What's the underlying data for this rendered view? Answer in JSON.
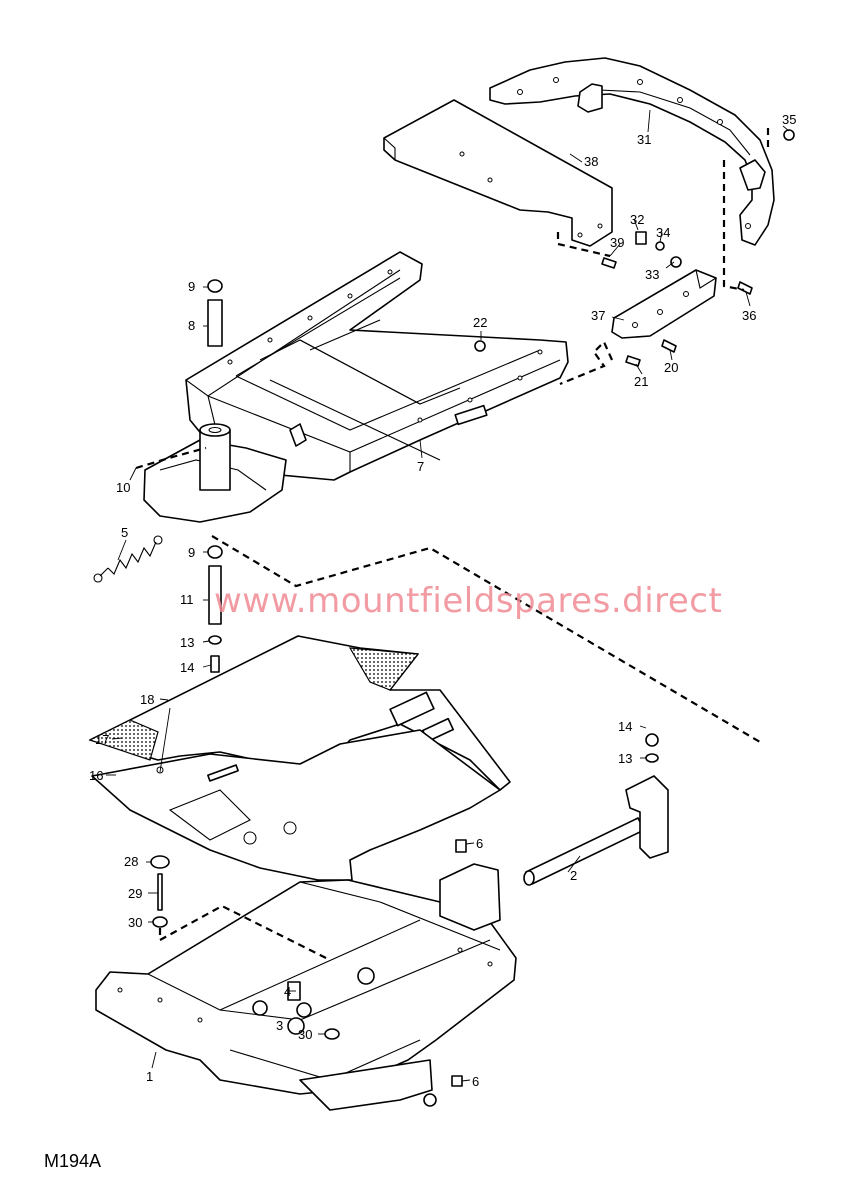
{
  "diagram": {
    "code": "M194A",
    "watermark": "www.mountfieldspares.direct",
    "callouts": [
      {
        "id": "c35",
        "label": "35"
      },
      {
        "id": "c31",
        "label": "31"
      },
      {
        "id": "c38",
        "label": "38"
      },
      {
        "id": "c32",
        "label": "32"
      },
      {
        "id": "c34",
        "label": "34"
      },
      {
        "id": "c39",
        "label": "39"
      },
      {
        "id": "c33",
        "label": "33"
      },
      {
        "id": "c36",
        "label": "36"
      },
      {
        "id": "c37",
        "label": "37"
      },
      {
        "id": "c9a",
        "label": "9"
      },
      {
        "id": "c8",
        "label": "8"
      },
      {
        "id": "c22",
        "label": "22"
      },
      {
        "id": "c20",
        "label": "20"
      },
      {
        "id": "c21",
        "label": "21"
      },
      {
        "id": "c7",
        "label": "7"
      },
      {
        "id": "c10",
        "label": "10"
      },
      {
        "id": "c5",
        "label": "5"
      },
      {
        "id": "c9b",
        "label": "9"
      },
      {
        "id": "c11",
        "label": "11"
      },
      {
        "id": "c13a",
        "label": "13"
      },
      {
        "id": "c14a",
        "label": "14"
      },
      {
        "id": "c18",
        "label": "18"
      },
      {
        "id": "c17",
        "label": "17"
      },
      {
        "id": "c16",
        "label": "16"
      },
      {
        "id": "c14b",
        "label": "14"
      },
      {
        "id": "c13b",
        "label": "13"
      },
      {
        "id": "c6a",
        "label": "6"
      },
      {
        "id": "c28",
        "label": "28"
      },
      {
        "id": "c2",
        "label": "2"
      },
      {
        "id": "c29",
        "label": "29"
      },
      {
        "id": "c30a",
        "label": "30"
      },
      {
        "id": "c4",
        "label": "4"
      },
      {
        "id": "c3",
        "label": "3"
      },
      {
        "id": "c30b",
        "label": "30"
      },
      {
        "id": "c1",
        "label": "1"
      },
      {
        "id": "c6b",
        "label": "6"
      }
    ]
  }
}
